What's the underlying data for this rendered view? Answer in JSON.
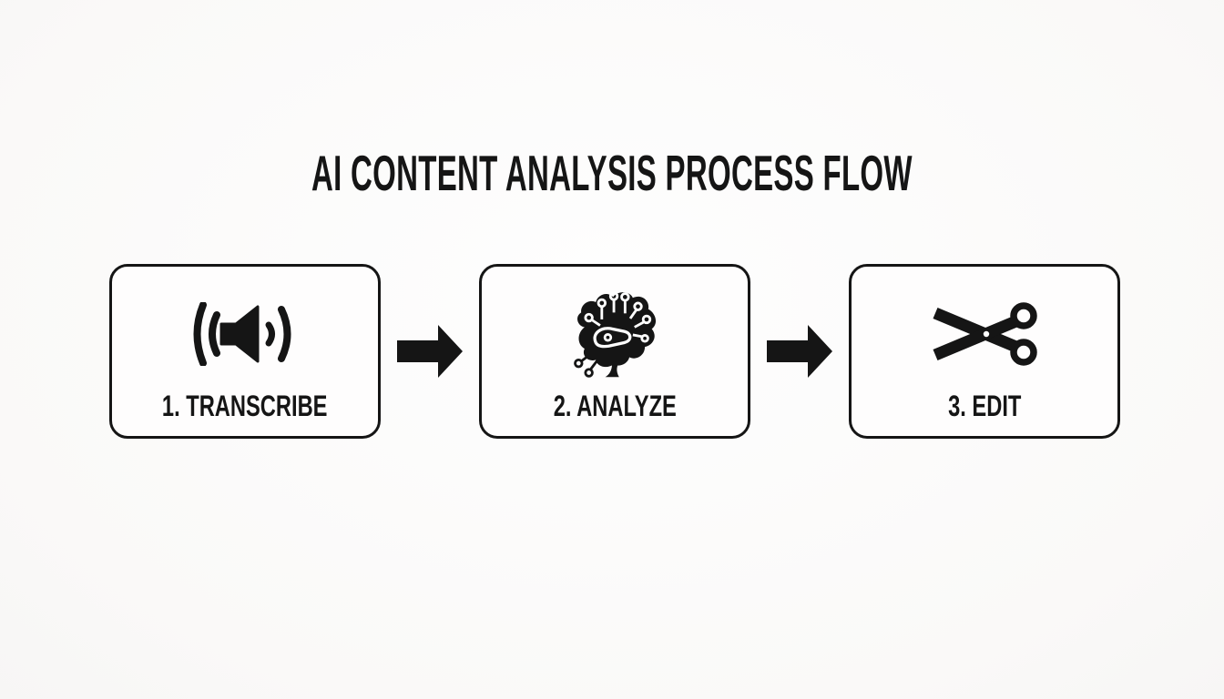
{
  "title": "AI CONTENT ANALYSIS PROCESS FLOW",
  "steps": [
    {
      "label": "1. TRANSCRIBE",
      "icon": "speaker-sound-waves"
    },
    {
      "label": "2. ANALYZE",
      "icon": "ai-brain-circuit"
    },
    {
      "label": "3. EDIT",
      "icon": "scissors"
    }
  ],
  "connectors": [
    {
      "type": "arrow-right"
    },
    {
      "type": "arrow-right"
    }
  ],
  "colors": {
    "ink": "#151515",
    "background": "#fbfaf9",
    "box_fill": "#fefdfd",
    "box_border": "#151515"
  }
}
